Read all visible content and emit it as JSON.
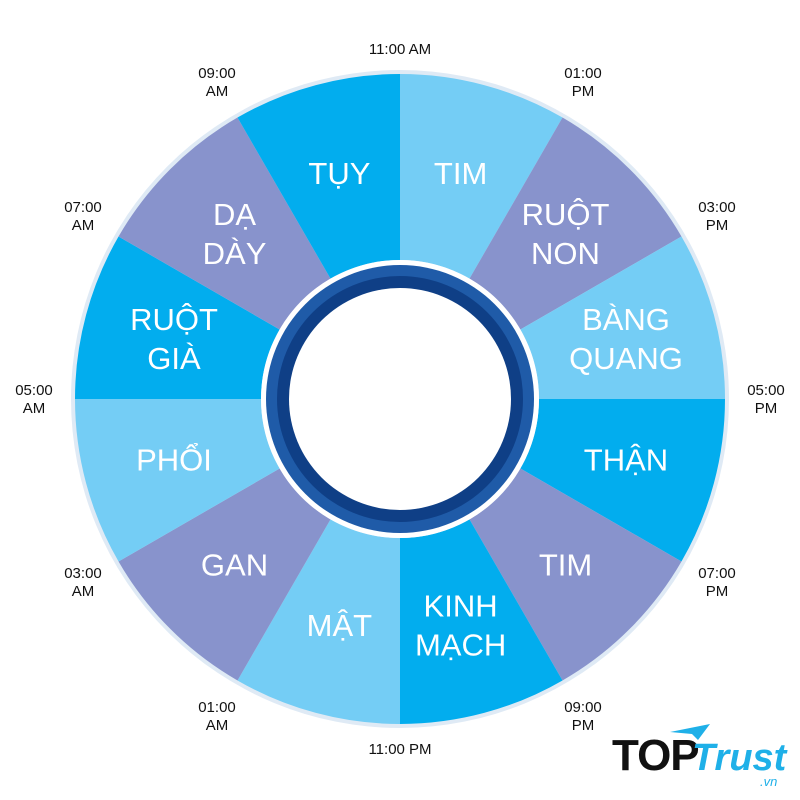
{
  "colors": {
    "dark": "#8893cc",
    "mid": "#02adee",
    "light": "#74cdf5",
    "ring_outer": "#1f5ba8",
    "ring_inner": "#0f3f86",
    "rim": "#dfeaf5",
    "brand_dark": "#111111",
    "brand_blue": "#1fb0e8"
  },
  "segments": [
    {
      "lines": [
        "TIM"
      ],
      "color": "light"
    },
    {
      "lines": [
        "RUỘT",
        "NON"
      ],
      "color": "dark"
    },
    {
      "lines": [
        "BÀNG",
        "QUANG"
      ],
      "color": "light"
    },
    {
      "lines": [
        "THẬN"
      ],
      "color": "mid"
    },
    {
      "lines": [
        "TIM"
      ],
      "color": "dark"
    },
    {
      "lines": [
        "KINH",
        "MẠCH"
      ],
      "color": "mid"
    },
    {
      "lines": [
        "MẬT"
      ],
      "color": "light"
    },
    {
      "lines": [
        "GAN"
      ],
      "color": "dark"
    },
    {
      "lines": [
        "PHỔI"
      ],
      "color": "light"
    },
    {
      "lines": [
        "RUỘT",
        "GIÀ"
      ],
      "color": "mid"
    },
    {
      "lines": [
        "DẠ",
        "DÀY"
      ],
      "color": "dark"
    },
    {
      "lines": [
        "TỤY"
      ],
      "color": "mid"
    }
  ],
  "time_labels": [
    {
      "lines": [
        "11:00 AM"
      ]
    },
    {
      "lines": [
        "01:00",
        "PM"
      ]
    },
    {
      "lines": [
        "03:00",
        "PM"
      ]
    },
    {
      "lines": [
        "05:00",
        "PM"
      ]
    },
    {
      "lines": [
        "07:00",
        "PM"
      ]
    },
    {
      "lines": [
        "09:00",
        "PM"
      ]
    },
    {
      "lines": [
        "11:00 PM"
      ]
    },
    {
      "lines": [
        "01:00",
        "AM"
      ]
    },
    {
      "lines": [
        "03:00",
        "AM"
      ]
    },
    {
      "lines": [
        "05:00",
        "AM"
      ]
    },
    {
      "lines": [
        "07:00",
        "AM"
      ]
    },
    {
      "lines": [
        "09:00",
        "AM"
      ]
    }
  ],
  "brand": {
    "top": "TOP",
    "trust": "Trust",
    "suffix": ".vn"
  }
}
